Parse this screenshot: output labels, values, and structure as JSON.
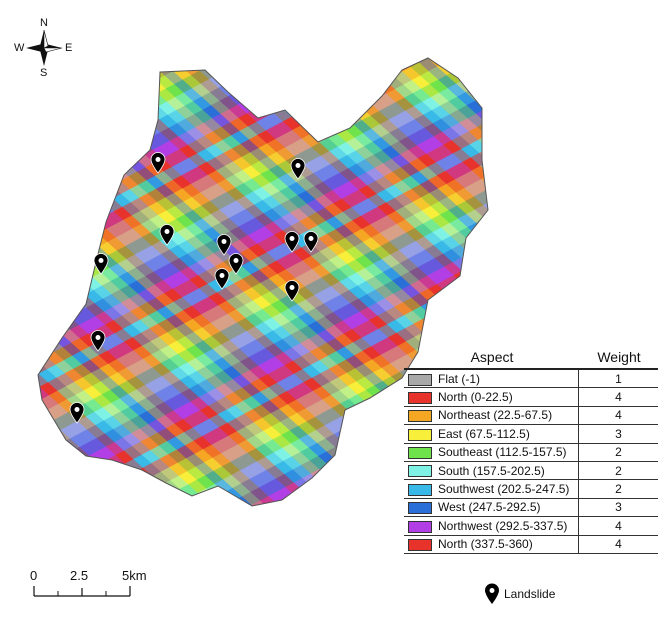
{
  "compass": {
    "n": "N",
    "s": "S",
    "e": "E",
    "w": "W"
  },
  "scale": {
    "labels": [
      "0",
      "2.5",
      "5km"
    ]
  },
  "legend": {
    "header_aspect": "Aspect",
    "header_weight": "Weight",
    "rows": [
      {
        "label": "Flat (-1)",
        "weight": "1",
        "color": "#a9a9a9"
      },
      {
        "label": "North (0-22.5)",
        "weight": "4",
        "color": "#e8322c"
      },
      {
        "label": "Northeast (22.5-67.5)",
        "weight": "4",
        "color": "#f5a623"
      },
      {
        "label": "East (67.5-112.5)",
        "weight": "3",
        "color": "#f7ef3a"
      },
      {
        "label": "Southeast (112.5-157.5)",
        "weight": "2",
        "color": "#6fe34b"
      },
      {
        "label": "South (157.5-202.5)",
        "weight": "2",
        "color": "#7ff2e6"
      },
      {
        "label": "Southwest (202.5-247.5)",
        "weight": "2",
        "color": "#38b9e8"
      },
      {
        "label": "West (247.5-292.5)",
        "weight": "3",
        "color": "#2a6fd8"
      },
      {
        "label": "Northwest (292.5-337.5)",
        "weight": "4",
        "color": "#b23fe6"
      },
      {
        "label": "North (337.5-360)",
        "weight": "4",
        "color": "#e8322c"
      }
    ],
    "landslide_label": "Landslide"
  }
}
